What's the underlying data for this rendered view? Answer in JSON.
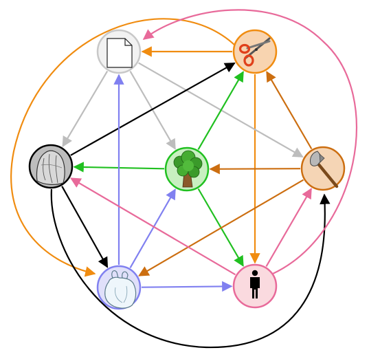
{
  "nodes": [
    {
      "id": "paper",
      "icon": "paper-sheet-icon",
      "fill": "#f2f2f2",
      "stroke": "#c8c8c8"
    },
    {
      "id": "scissors",
      "icon": "scissors-icon",
      "fill": "#f8d4b0",
      "stroke": "#f08c10"
    },
    {
      "id": "rock",
      "icon": "rock-icon",
      "fill": "#bdbdbd",
      "stroke": "#000000"
    },
    {
      "id": "tree",
      "icon": "tree-icon",
      "fill": "#c8f0c0",
      "stroke": "#20c020"
    },
    {
      "id": "axe",
      "icon": "axe-icon",
      "fill": "#f5d5b5",
      "stroke": "#cc6e10"
    },
    {
      "id": "bag",
      "icon": "plastic-bag-icon",
      "fill": "#e0e0fa",
      "stroke": "#8080f0"
    },
    {
      "id": "person",
      "icon": "person-icon",
      "fill": "#fadadf",
      "stroke": "#e86a9a"
    }
  ],
  "edges": [
    {
      "from": "scissors",
      "to": "paper",
      "color": "#f08c10"
    },
    {
      "from": "scissors",
      "to": "person",
      "color": "#f08c10"
    },
    {
      "from": "scissors",
      "to": "bag",
      "color": "#f08c10"
    },
    {
      "from": "paper",
      "to": "rock",
      "color": "#bdbdbd"
    },
    {
      "from": "paper",
      "to": "tree",
      "color": "#bdbdbd"
    },
    {
      "from": "paper",
      "to": "axe",
      "color": "#bdbdbd"
    },
    {
      "from": "rock",
      "to": "scissors",
      "color": "#000000"
    },
    {
      "from": "rock",
      "to": "bag",
      "color": "#000000"
    },
    {
      "from": "rock",
      "to": "axe",
      "color": "#000000"
    },
    {
      "from": "tree",
      "to": "rock",
      "color": "#20c020"
    },
    {
      "from": "tree",
      "to": "scissors",
      "color": "#20c020"
    },
    {
      "from": "tree",
      "to": "person",
      "color": "#20c020"
    },
    {
      "from": "axe",
      "to": "tree",
      "color": "#cc6e10"
    },
    {
      "from": "axe",
      "to": "scissors",
      "color": "#cc6e10"
    },
    {
      "from": "axe",
      "to": "bag",
      "color": "#cc6e10"
    },
    {
      "from": "bag",
      "to": "paper",
      "color": "#8080f0"
    },
    {
      "from": "bag",
      "to": "tree",
      "color": "#8080f0"
    },
    {
      "from": "bag",
      "to": "person",
      "color": "#8080f0"
    },
    {
      "from": "person",
      "to": "rock",
      "color": "#e86a9a"
    },
    {
      "from": "person",
      "to": "axe",
      "color": "#e86a9a"
    },
    {
      "from": "person",
      "to": "paper",
      "color": "#e86a9a"
    }
  ]
}
